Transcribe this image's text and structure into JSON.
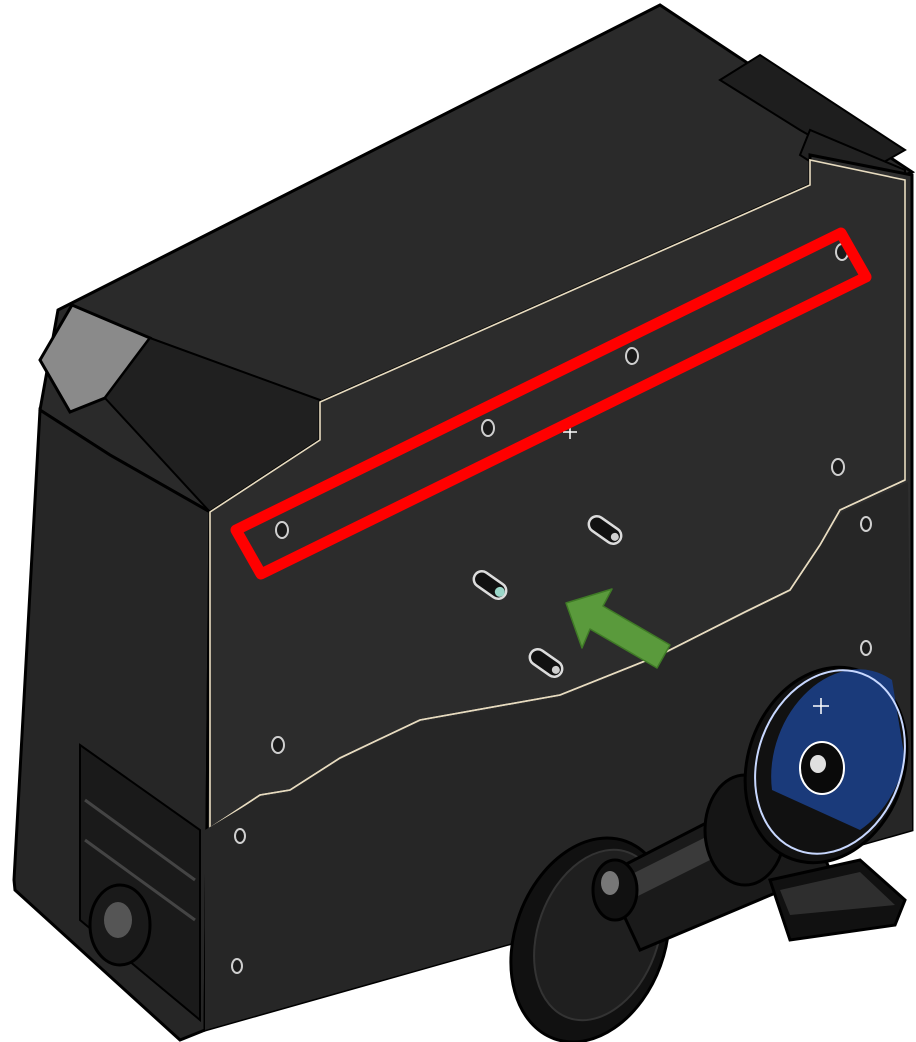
{
  "figure": {
    "kind": "isometric technical illustration",
    "subject": "rear-panel-assembly",
    "colors": {
      "background": "#ffffff",
      "body": "#2b2b2b",
      "body_dark": "#1c1c1c",
      "body_light": "#3a3a3a",
      "outline": "#000000",
      "edge_highlight": "#e8dcc0",
      "hole_highlight": "#cfcfcf",
      "highlight_box": "#ff0000",
      "arrow": "#5a9a3c",
      "selected_face": "#1a3a7a",
      "selected_outline": "#c8d8ff"
    },
    "annotations": {
      "highlight_box": {
        "marks": "mounting-screw-row",
        "screw_count": 4
      },
      "arrow": {
        "points_to": "slotted-holes",
        "slot_count": 3
      }
    }
  }
}
